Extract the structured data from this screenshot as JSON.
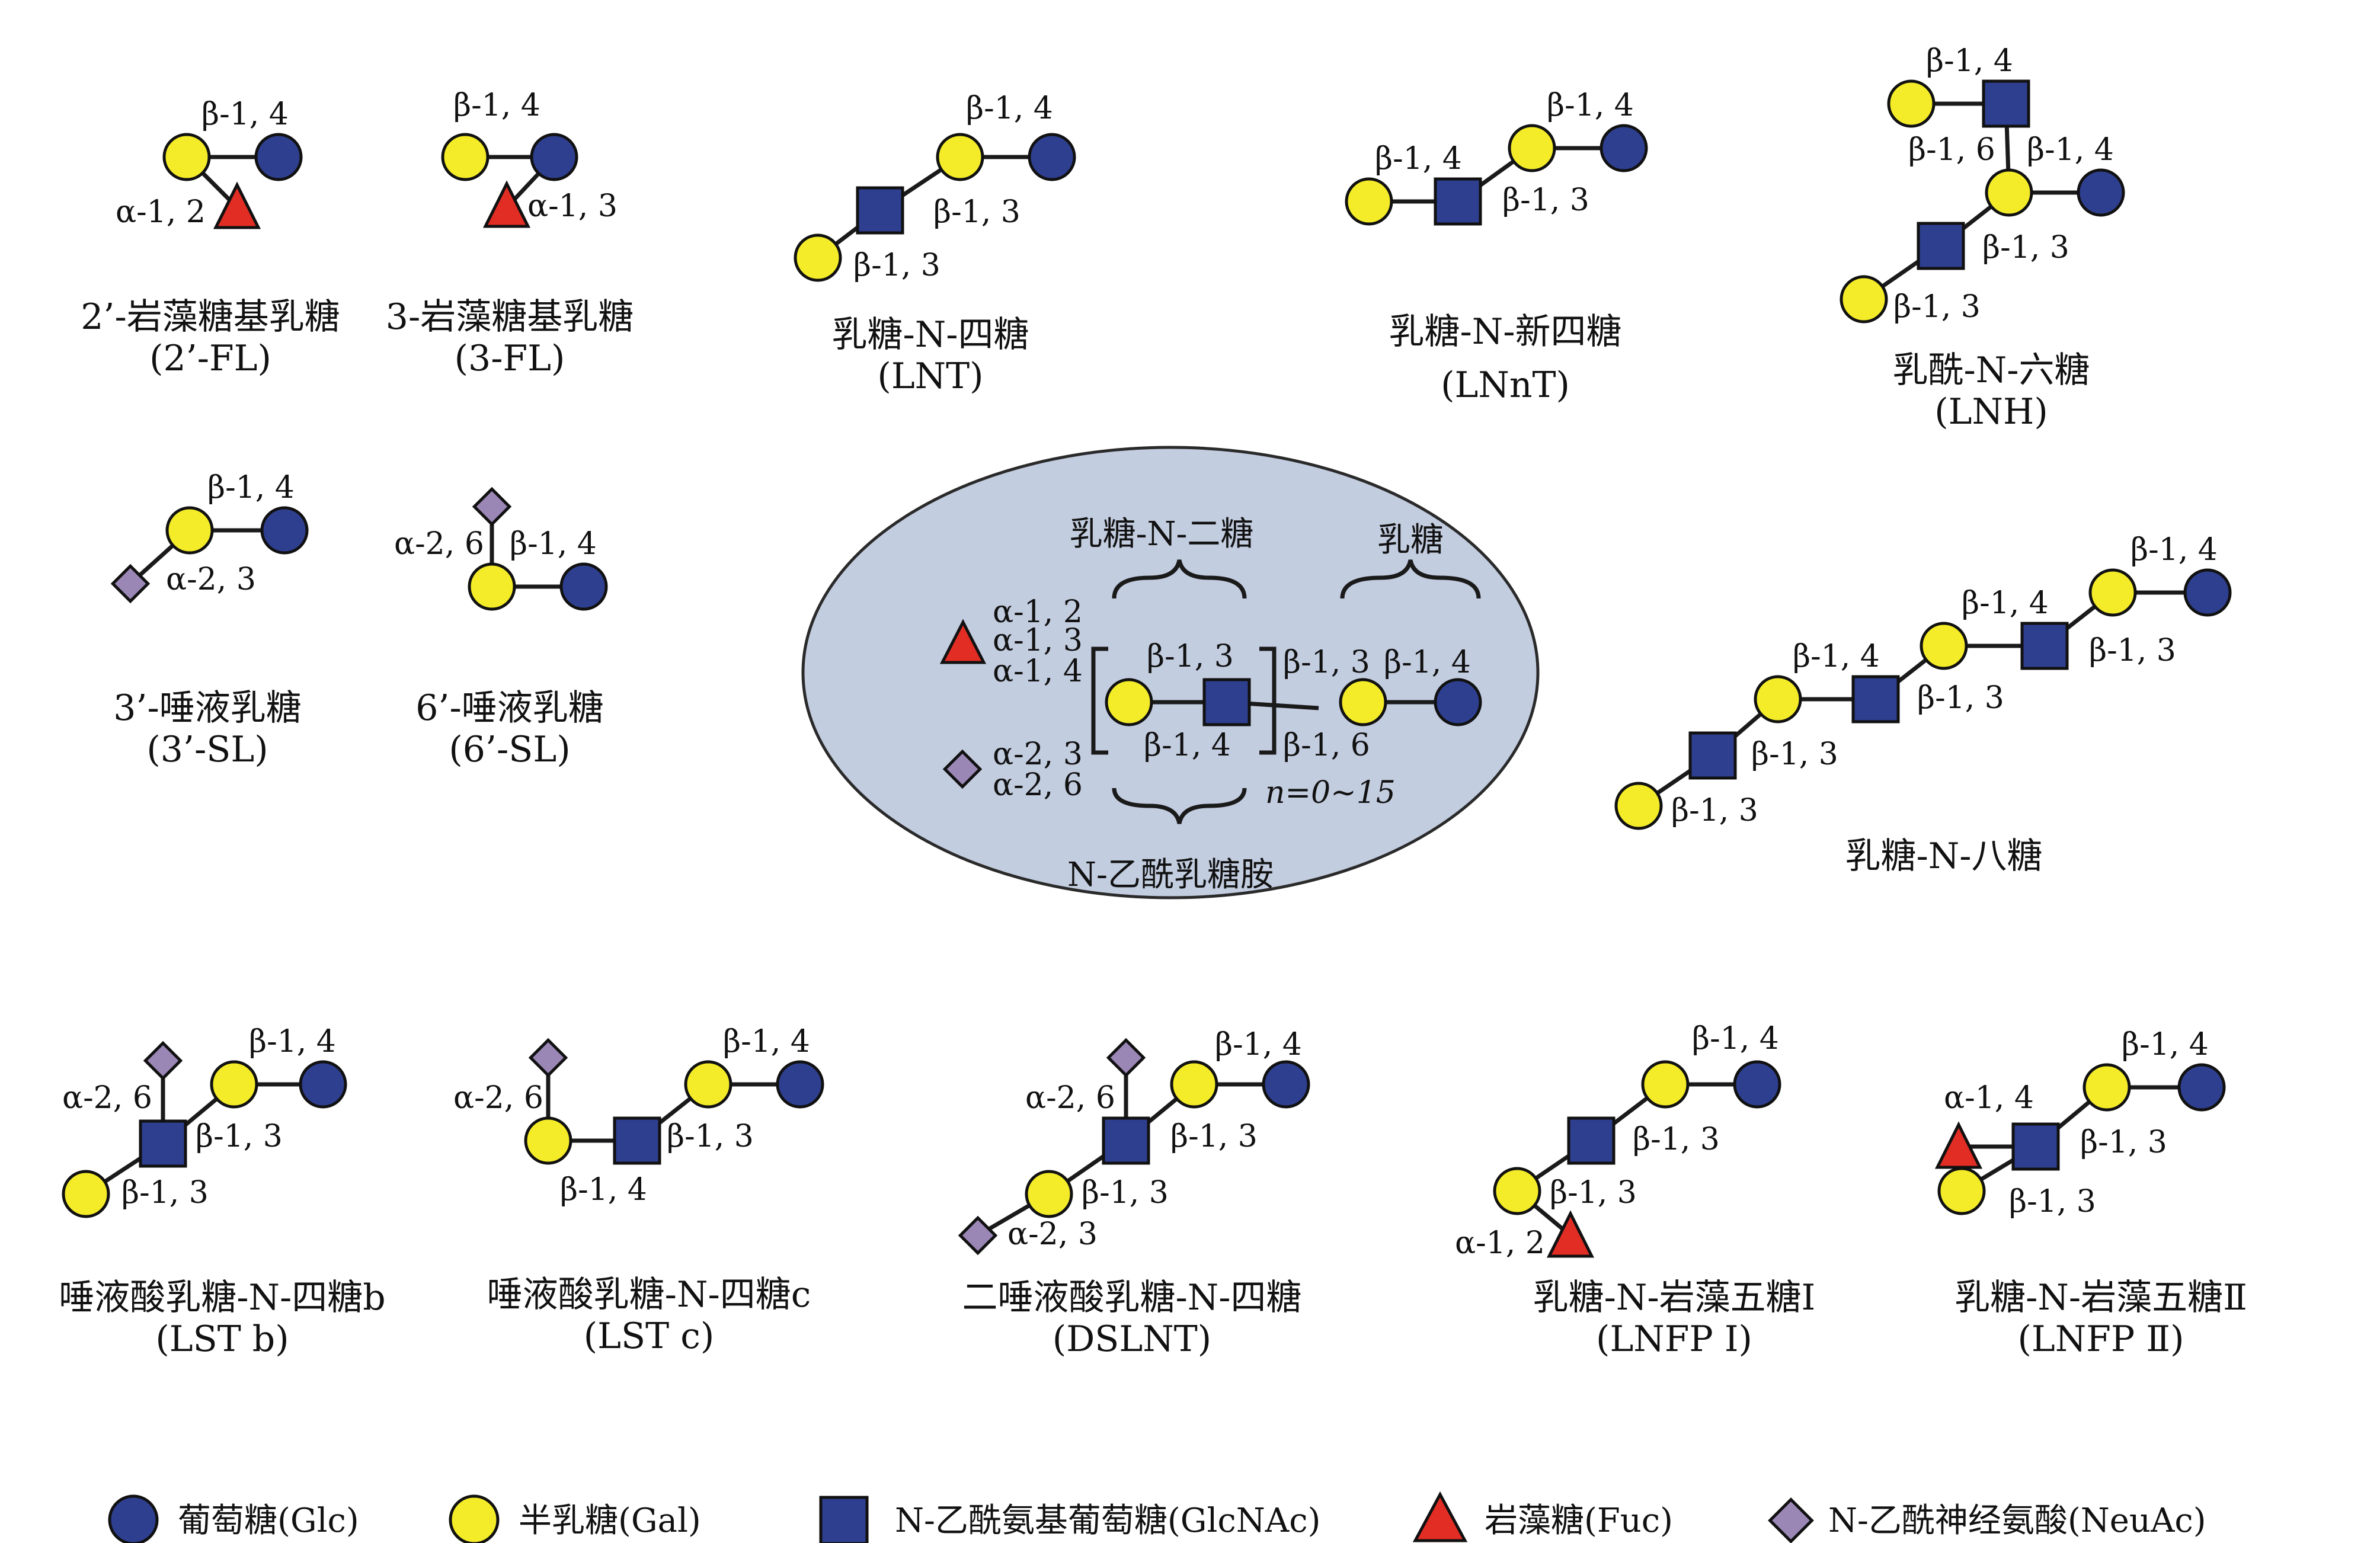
{
  "colors": {
    "glc": "#2e3f8f",
    "gal": "#f4ec28",
    "glcnac": "#2e3f8f",
    "fuc": "#e12d24",
    "neuac": "#9b87b6",
    "ellipse": "#c3cde0"
  },
  "legend": [
    {
      "icon": "glc-circle-icon",
      "label": "葡萄糖(Glc)"
    },
    {
      "icon": "gal-circle-icon",
      "label": "半乳糖(Gal)"
    },
    {
      "icon": "glcnac-square-icon",
      "label": "N-乙酰氨基葡萄糖(GlcNAc)"
    },
    {
      "icon": "fuc-triangle-icon",
      "label": "岩藻糖(Fuc)"
    },
    {
      "icon": "neuac-diamond-icon",
      "label": "N-乙酰神经氨酸(NeuAc)"
    }
  ],
  "center": {
    "lacnbiose": "乳糖-N-二糖",
    "lactose": "乳糖",
    "lacnac": "N-乙酰乳糖胺",
    "fuc_links": [
      "α-1, 2",
      "α-1, 3",
      "α-1, 4"
    ],
    "neuac_links": [
      "α-2, 3",
      "α-2, 6"
    ],
    "b13": "β-1, 3",
    "b14a": "β-1, 4",
    "b13b": "β-1, 3",
    "b16": "β-1, 6",
    "b14b": "β-1, 4",
    "n": "n=0~15"
  },
  "structures": [
    {
      "name": "2’-岩藻糖基乳糖",
      "abbr": "(2’-FL)",
      "links": [
        "β-1, 4",
        "α-1, 2"
      ]
    },
    {
      "name": "3-岩藻糖基乳糖",
      "abbr": "(3-FL)",
      "links": [
        "β-1, 4",
        "α-1, 3"
      ]
    },
    {
      "name": "乳糖-N-四糖",
      "abbr": "(LNT)",
      "links": [
        "β-1, 4",
        "β-1, 3",
        "β-1, 3"
      ]
    },
    {
      "name": "乳糖-N-新四糖",
      "abbr": "(LNnT)",
      "links": [
        "β-1, 4",
        "β-1, 4",
        "β-1, 3"
      ]
    },
    {
      "name": "乳酰-N-六糖",
      "abbr": "(LNH)",
      "links": [
        "β-1, 4",
        "β-1, 6",
        "β-1, 4",
        "β-1, 3",
        "β-1, 3"
      ]
    },
    {
      "name": "3’-唾液乳糖",
      "abbr": "(3’-SL)",
      "links": [
        "β-1, 4",
        "α-2, 3"
      ]
    },
    {
      "name": "6’-唾液乳糖",
      "abbr": "(6’-SL)",
      "links": [
        "α-2, 6",
        "β-1, 4"
      ]
    },
    {
      "name": "乳糖-N-八糖",
      "abbr": "",
      "links": [
        "β-1, 4",
        "β-1, 4",
        "β-1, 3",
        "β-1, 4",
        "β-1, 3",
        "β-1, 3",
        "β-1, 3"
      ]
    },
    {
      "name": "唾液酸乳糖-N-四糖b",
      "abbr": "(LST b)",
      "links": [
        "α-2, 6",
        "β-1, 4",
        "β-1, 3",
        "β-1, 3"
      ]
    },
    {
      "name": "唾液酸乳糖-N-四糖c",
      "abbr": "(LST c)",
      "links": [
        "α-2, 6",
        "β-1, 4",
        "β-1, 3",
        "β-1, 4"
      ]
    },
    {
      "name": "二唾液酸乳糖-N-四糖",
      "abbr": "(DSLNT)",
      "links": [
        "α-2, 6",
        "β-1, 4",
        "β-1, 3",
        "β-1, 3",
        "α-2, 3"
      ]
    },
    {
      "name": "乳糖-N-岩藻五糖Ⅰ",
      "abbr": "(LNFP Ⅰ)",
      "links": [
        "β-1, 4",
        "β-1, 3",
        "β-1, 3",
        "α-1, 2"
      ]
    },
    {
      "name": "乳糖-N-岩藻五糖Ⅱ",
      "abbr": "(LNFP Ⅱ)",
      "links": [
        "α-1, 4",
        "β-1, 4",
        "β-1, 3",
        "β-1, 3"
      ]
    }
  ]
}
